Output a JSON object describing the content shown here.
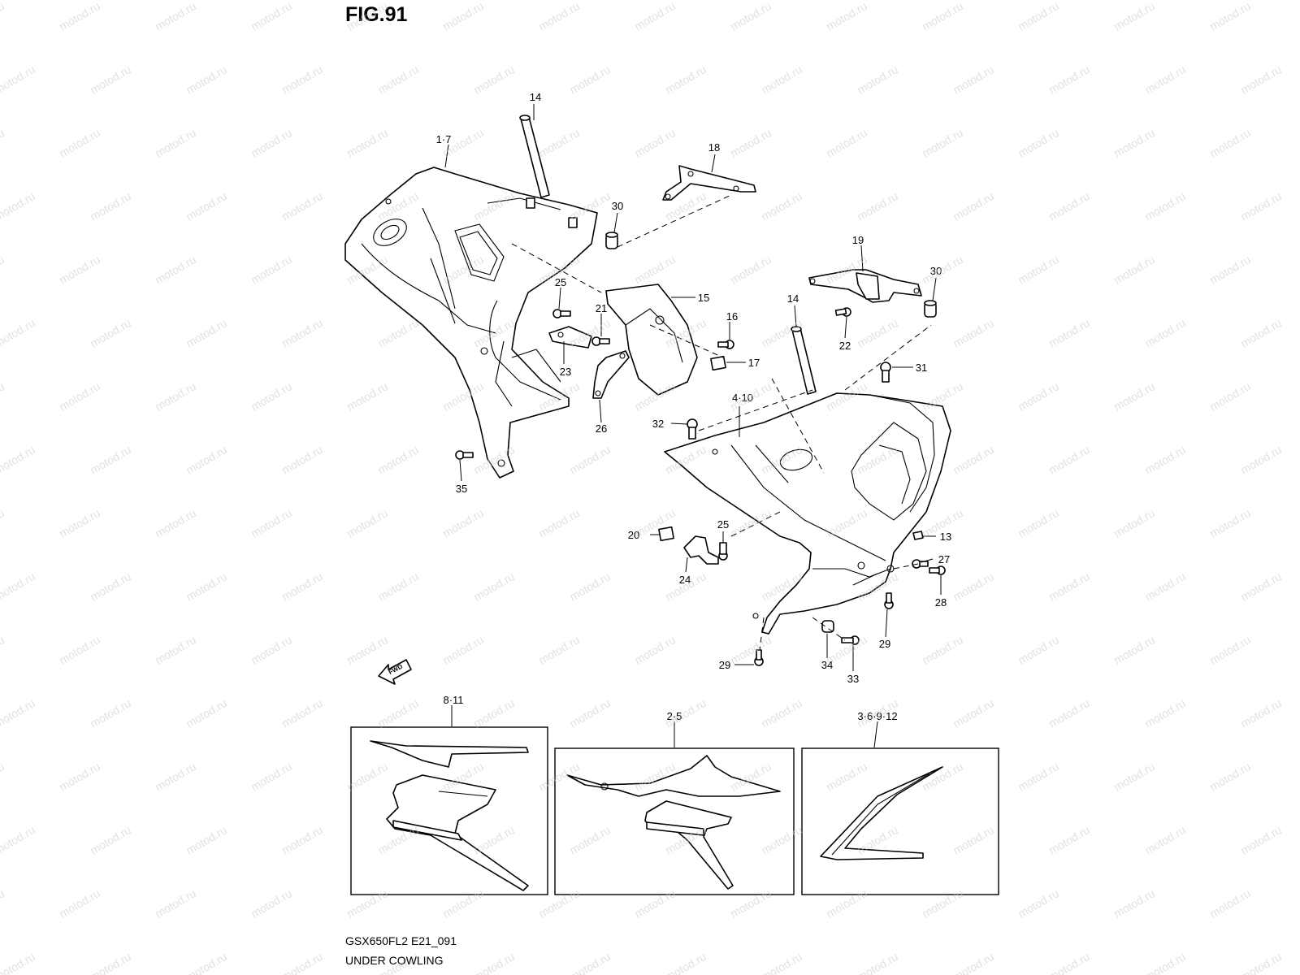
{
  "figure": {
    "title": "FIG.91",
    "model_code": "GSX650FL2 E21_091",
    "section_name": "UNDER COWLING",
    "watermark": "motod.ru",
    "fwd_label": "FWD"
  },
  "callouts": [
    {
      "id": "c-14a",
      "text": "14"
    },
    {
      "id": "c-1-7",
      "text": "1·7"
    },
    {
      "id": "c-18",
      "text": "18"
    },
    {
      "id": "c-30a",
      "text": "30"
    },
    {
      "id": "c-19",
      "text": "19"
    },
    {
      "id": "c-30b",
      "text": "30"
    },
    {
      "id": "c-25a",
      "text": "25"
    },
    {
      "id": "c-21",
      "text": "21"
    },
    {
      "id": "c-15",
      "text": "15"
    },
    {
      "id": "c-16",
      "text": "16"
    },
    {
      "id": "c-14b",
      "text": "14"
    },
    {
      "id": "c-22",
      "text": "22"
    },
    {
      "id": "c-23",
      "text": "23"
    },
    {
      "id": "c-17",
      "text": "17"
    },
    {
      "id": "c-31",
      "text": "31"
    },
    {
      "id": "c-4-10",
      "text": "4·10"
    },
    {
      "id": "c-26",
      "text": "26"
    },
    {
      "id": "c-32",
      "text": "32"
    },
    {
      "id": "c-35",
      "text": "35"
    },
    {
      "id": "c-13",
      "text": "13"
    },
    {
      "id": "c-20",
      "text": "20"
    },
    {
      "id": "c-25b",
      "text": "25"
    },
    {
      "id": "c-27",
      "text": "27"
    },
    {
      "id": "c-24",
      "text": "24"
    },
    {
      "id": "c-28",
      "text": "28"
    },
    {
      "id": "c-29a",
      "text": "29"
    },
    {
      "id": "c-29b",
      "text": "29"
    },
    {
      "id": "c-34",
      "text": "34"
    },
    {
      "id": "c-33",
      "text": "33"
    },
    {
      "id": "c-8-11",
      "text": "8·11"
    },
    {
      "id": "c-2-5",
      "text": "2·5"
    },
    {
      "id": "c-3-6-9-12",
      "text": "3·6·9·12"
    }
  ]
}
